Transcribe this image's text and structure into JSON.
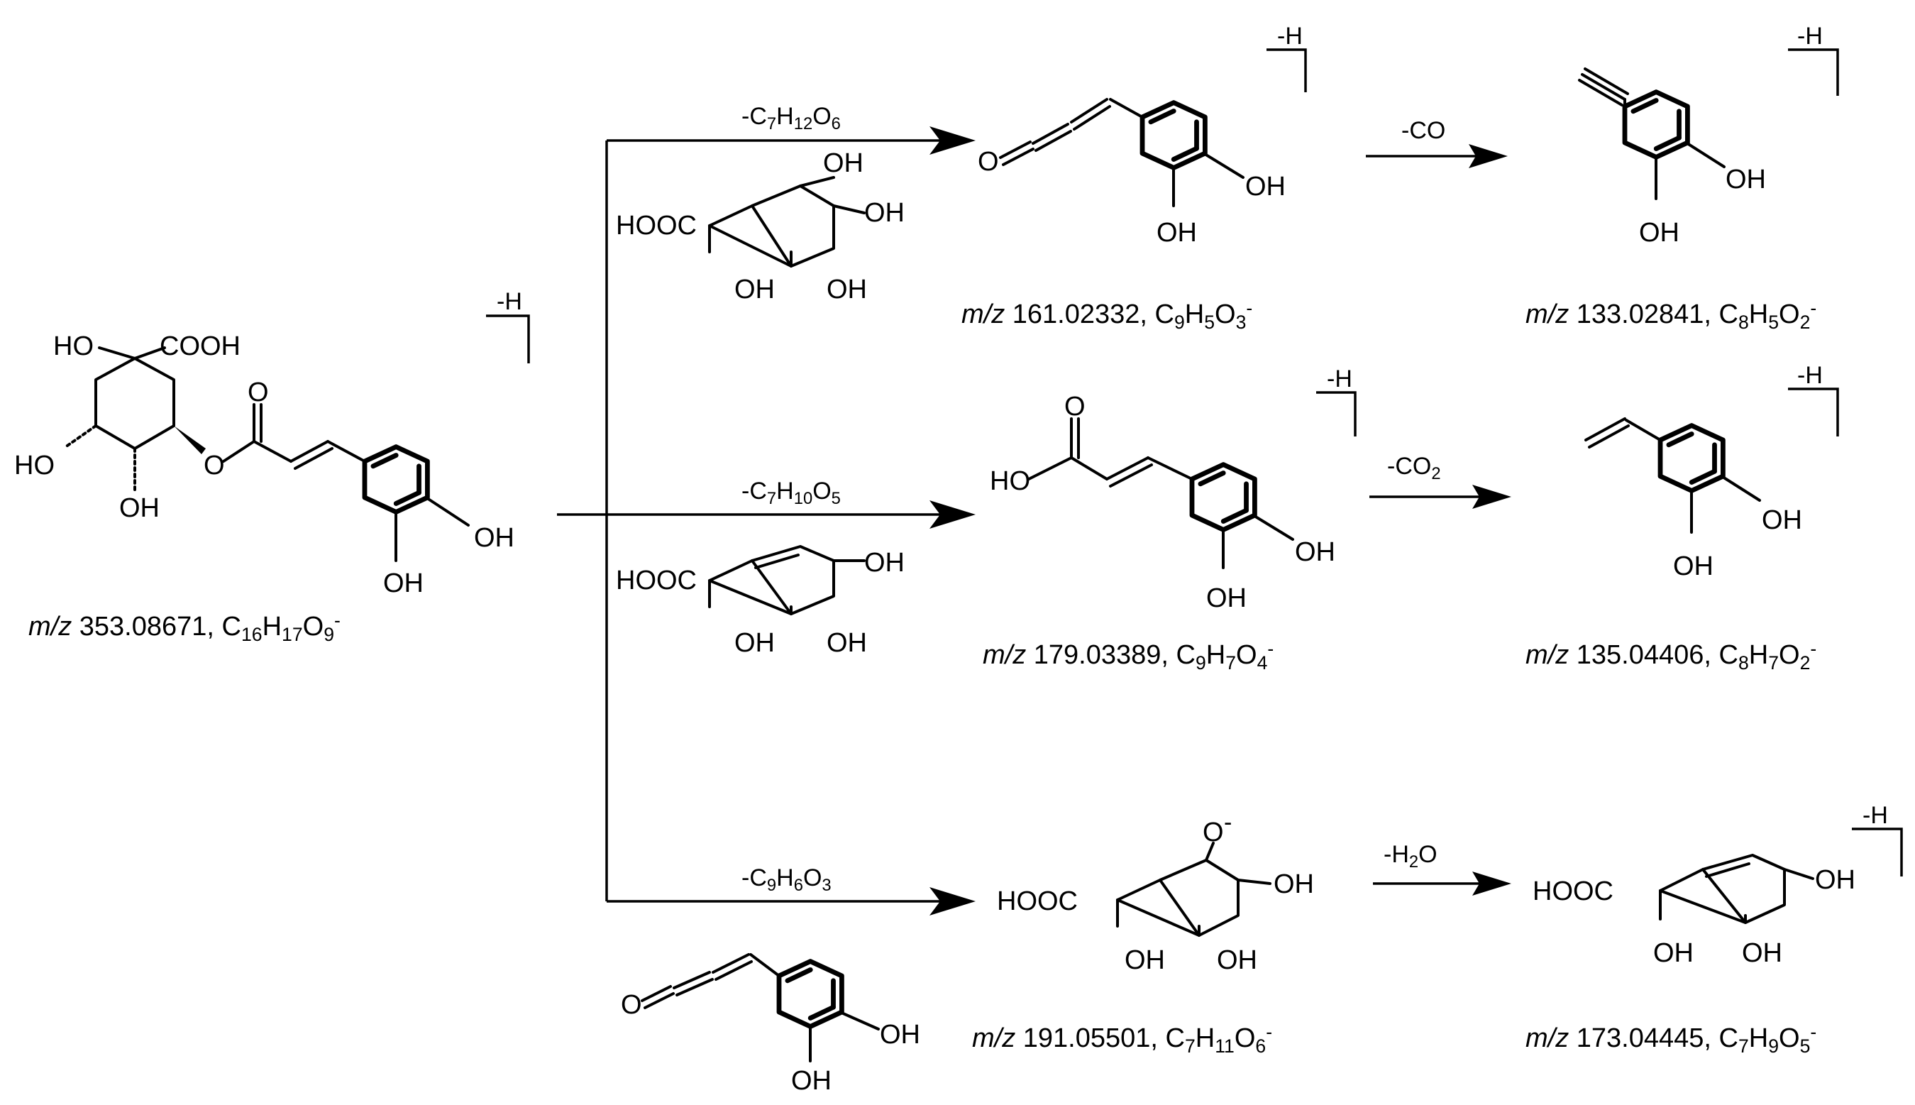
{
  "precursor": {
    "labels": {
      "ho_top": "HO",
      "cooh": "COOH",
      "ho_left": "HO",
      "oh_bottom": "OH",
      "ester_o": "O",
      "carbonyl_o": "O",
      "oh_para": "OH",
      "oh_meta": "OH"
    },
    "charge": "-H",
    "caption": {
      "mz_label": "m/z",
      "mz_value": "353.08671,",
      "formula": [
        [
          "C",
          ""
        ],
        [
          "16",
          "sub"
        ],
        [
          "H",
          ""
        ],
        [
          "17",
          "sub"
        ],
        [
          "O",
          ""
        ],
        [
          "9",
          "sub"
        ],
        [
          "-",
          "sup"
        ]
      ]
    }
  },
  "routes": [
    {
      "loss": [
        [
          "-C",
          ""
        ],
        [
          "7",
          "sub"
        ],
        [
          "H",
          ""
        ],
        [
          "12",
          "sub"
        ],
        [
          "O",
          ""
        ],
        [
          "6",
          "sub"
        ]
      ],
      "neutral_labels": {
        "hooc": "HOOC",
        "oh_top": "OH",
        "oh_right": "OH",
        "oh_b1": "OH",
        "oh_b2": "OH"
      },
      "product": {
        "labels": {
          "o_ketene": "O",
          "oh_para": "OH",
          "oh_meta": "OH"
        },
        "charge": "-H",
        "caption": {
          "mz_label": "m/z",
          "mz_value": "161.02332,",
          "formula": [
            [
              "C",
              ""
            ],
            [
              "9",
              "sub"
            ],
            [
              "H",
              ""
            ],
            [
              "5",
              "sub"
            ],
            [
              "O",
              ""
            ],
            [
              "3",
              "sub"
            ],
            [
              "-",
              "sup"
            ]
          ]
        }
      },
      "second_loss": [
        [
          "-CO",
          ""
        ]
      ],
      "second_product": {
        "labels": {
          "oh_para": "OH",
          "oh_meta": "OH"
        },
        "charge": "-H",
        "caption": {
          "mz_label": "m/z",
          "mz_value": "133.02841,",
          "formula": [
            [
              "C",
              ""
            ],
            [
              "8",
              "sub"
            ],
            [
              "H",
              ""
            ],
            [
              "5",
              "sub"
            ],
            [
              "O",
              ""
            ],
            [
              "2",
              "sub"
            ],
            [
              "-",
              "sup"
            ]
          ]
        }
      }
    },
    {
      "loss": [
        [
          "-C",
          ""
        ],
        [
          "7",
          "sub"
        ],
        [
          "H",
          ""
        ],
        [
          "10",
          "sub"
        ],
        [
          "O",
          ""
        ],
        [
          "5",
          "sub"
        ]
      ],
      "neutral_labels": {
        "hooc": "HOOC",
        "oh_right": "OH",
        "oh_b1": "OH",
        "oh_b2": "OH"
      },
      "product": {
        "labels": {
          "ho": "HO",
          "carbonyl_o": "O",
          "oh_para": "OH",
          "oh_meta": "OH"
        },
        "charge": "-H",
        "caption": {
          "mz_label": "m/z",
          "mz_value": "179.03389,",
          "formula": [
            [
              "C",
              ""
            ],
            [
              "9",
              "sub"
            ],
            [
              "H",
              ""
            ],
            [
              "7",
              "sub"
            ],
            [
              "O",
              ""
            ],
            [
              "4",
              "sub"
            ],
            [
              "-",
              "sup"
            ]
          ]
        }
      },
      "second_loss": [
        [
          "-CO",
          ""
        ],
        [
          "2",
          "sub"
        ]
      ],
      "second_product": {
        "labels": {
          "oh_para": "OH",
          "oh_meta": "OH"
        },
        "charge": "-H",
        "caption": {
          "mz_label": "m/z",
          "mz_value": "135.04406,",
          "formula": [
            [
              "C",
              ""
            ],
            [
              "8",
              "sub"
            ],
            [
              "H",
              ""
            ],
            [
              "7",
              "sub"
            ],
            [
              "O",
              ""
            ],
            [
              "2",
              "sub"
            ],
            [
              "-",
              "sup"
            ]
          ]
        }
      }
    },
    {
      "loss": [
        [
          "-C",
          ""
        ],
        [
          "9",
          "sub"
        ],
        [
          "H",
          ""
        ],
        [
          "6",
          "sub"
        ],
        [
          "O",
          ""
        ],
        [
          "3",
          "sub"
        ]
      ],
      "neutral_labels": {
        "o_ketene": "O",
        "oh_para": "OH",
        "oh_meta": "OH"
      },
      "product": {
        "labels": {
          "hooc": "HOOC",
          "o_anion": "O",
          "o_charge": "-",
          "oh_right": "OH",
          "oh_b1": "OH",
          "oh_b2": "OH"
        },
        "caption": {
          "mz_label": "m/z",
          "mz_value": "191.05501,",
          "formula": [
            [
              "C",
              ""
            ],
            [
              "7",
              "sub"
            ],
            [
              "H",
              ""
            ],
            [
              "11",
              "sub"
            ],
            [
              "O",
              ""
            ],
            [
              "6",
              "sub"
            ],
            [
              "-",
              "sup"
            ]
          ]
        }
      },
      "second_loss": [
        [
          "-H",
          ""
        ],
        [
          "2",
          "sub"
        ],
        [
          "O",
          ""
        ]
      ],
      "second_product": {
        "labels": {
          "hooc": "HOOC",
          "oh_right": "OH",
          "oh_b1": "OH",
          "oh_b2": "OH"
        },
        "charge": "-H",
        "caption": {
          "mz_label": "m/z",
          "mz_value": "173.04445,",
          "formula": [
            [
              "C",
              ""
            ],
            [
              "7",
              "sub"
            ],
            [
              "H",
              ""
            ],
            [
              "9",
              "sub"
            ],
            [
              "O",
              ""
            ],
            [
              "5",
              "sub"
            ],
            [
              "-",
              "sup"
            ]
          ]
        }
      }
    }
  ]
}
